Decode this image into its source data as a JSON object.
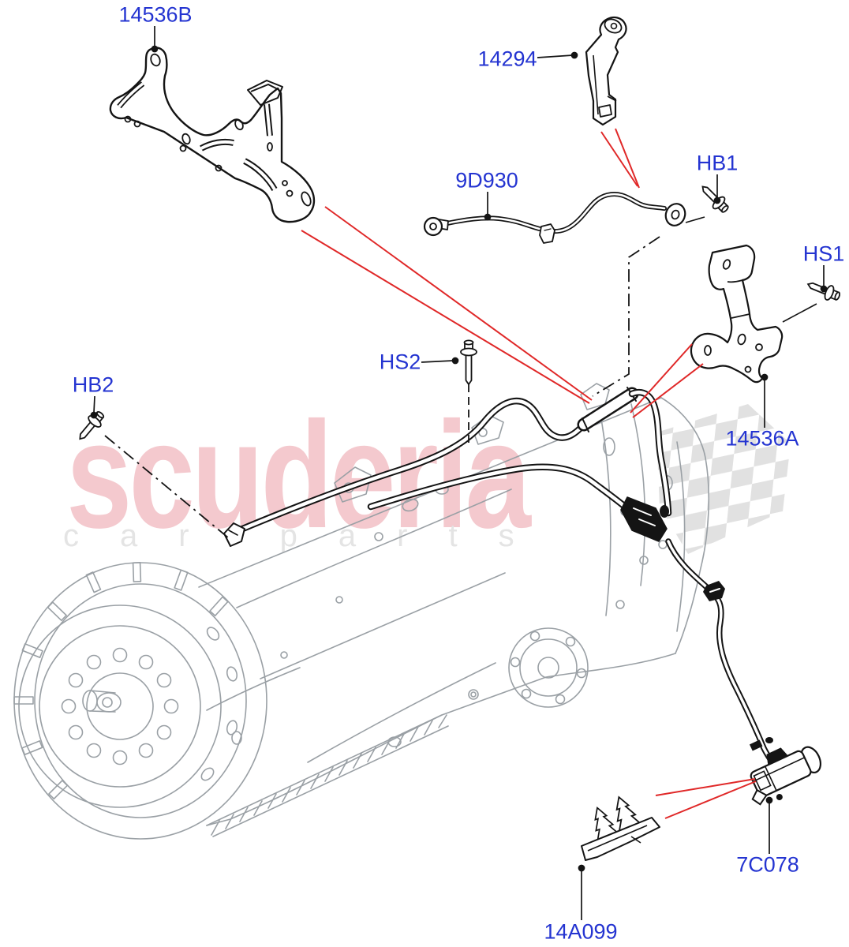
{
  "diagram": {
    "watermark": {
      "primary": "scuderia",
      "secondary": "car parts"
    },
    "labels": [
      {
        "id": "14536B",
        "text": "14536B"
      },
      {
        "id": "14294",
        "text": "14294"
      },
      {
        "id": "9D930",
        "text": "9D930"
      },
      {
        "id": "HB1",
        "text": "HB1"
      },
      {
        "id": "HS1",
        "text": "HS1"
      },
      {
        "id": "HS2",
        "text": "HS2"
      },
      {
        "id": "HB2",
        "text": "HB2"
      },
      {
        "id": "14536A",
        "text": "14536A"
      },
      {
        "id": "7C078",
        "text": "7C078"
      },
      {
        "id": "14A099",
        "text": "14A099"
      }
    ],
    "colors": {
      "label_blue": "#2434d1",
      "callout_red": "#e02828",
      "line_black": "#141414",
      "artwork_gray": "#9aa0a5",
      "watermark_pink": "#f4c9ce",
      "watermark_gray": "#e4e4e4",
      "checker_gray": "#d9d9d9",
      "background": "#ffffff"
    }
  }
}
